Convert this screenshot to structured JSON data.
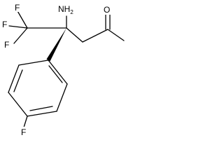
{
  "molecule": {
    "atoms": {
      "fluorine_top": "F",
      "fluorine_left_upper": "F",
      "fluorine_left_lower": "F",
      "amine": "NH",
      "amine_subscript": "2",
      "carbonyl_oxygen": "O",
      "fluorine_para": "F"
    },
    "bond_color": "#000000",
    "background_color": "#ffffff"
  }
}
